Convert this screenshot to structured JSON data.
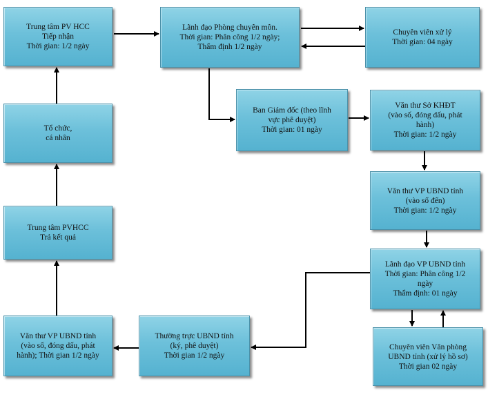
{
  "boxes": {
    "pvhcc_receive": {
      "lines": [
        "Trung tâm PV HCC",
        "Tiếp nhận",
        "Thời gian: 1/2 ngày"
      ]
    },
    "dept_leader": {
      "lines": [
        "Lãnh đạo Phòng chuyên môn.",
        "Thời gian: Phân công 1/2 ngày;",
        "Thẩm định 1/2 ngày"
      ]
    },
    "specialist": {
      "lines": [
        "Chuyên viên xử lý",
        "Thời gian: 04 ngày"
      ]
    },
    "org_individual": {
      "lines": [
        "Tổ chức,",
        "cá nhân"
      ]
    },
    "board_directors": {
      "lines": [
        "Ban Giám đốc (theo lĩnh",
        "vực phê duyệt)",
        "Thời gian: 01 ngày"
      ]
    },
    "clerk_khdt": {
      "lines": [
        "Văn thư Sở KHĐT",
        "(vào số, đóng dấu, phát",
        "hành)",
        "Thời gian: 1/2 ngày"
      ]
    },
    "clerk_ubnd_in": {
      "lines": [
        "Văn thư VP UBND tỉnh",
        "(vào sổ đến)",
        "Thời gian: 1/2 ngày"
      ]
    },
    "pvhcc_return": {
      "lines": [
        "Trung tâm PVHCC",
        "Trả kết quả"
      ]
    },
    "ubnd_office_leader": {
      "lines": [
        "Lãnh đạo VP UBND tỉnh",
        "Thời gian: Phân công 1/2",
        "ngày",
        "Thẩm định: 01 ngày"
      ]
    },
    "clerk_ubnd_out": {
      "lines": [
        "Văn thư VP UBND tỉnh",
        "(vào số, đóng dấu, phát",
        "hành); Thời gian 1/2 ngày"
      ]
    },
    "ubnd_standing": {
      "lines": [
        "Thường trực UBND tỉnh",
        "(ký, phê duyệt)",
        "Thời gian 1/2 ngày"
      ]
    },
    "ubnd_office_specialist": {
      "lines": [
        "Chuyên viên Văn phòng",
        "UBND tỉnh (xử lý hồ sơ)",
        "Thời gian 02 ngày"
      ]
    }
  }
}
